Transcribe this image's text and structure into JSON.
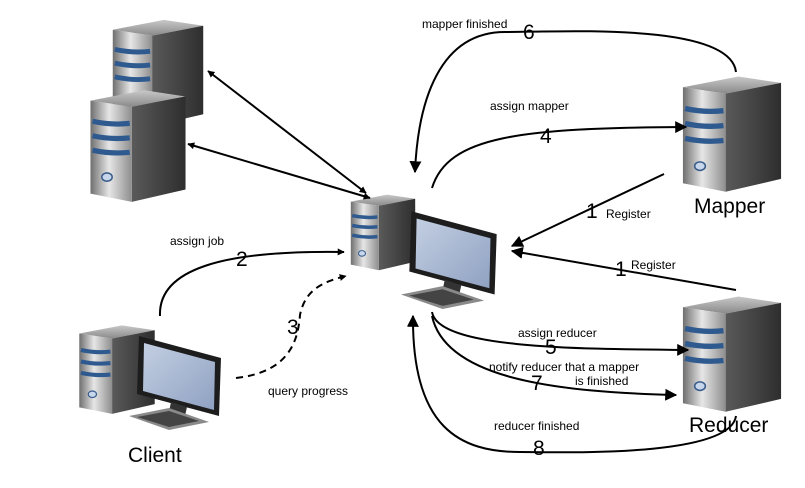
{
  "nodes": {
    "client": "Client",
    "mapper": "Mapper",
    "reducer": "Reducer"
  },
  "edges": {
    "assign_job": {
      "step": "2",
      "label": "assign job"
    },
    "query_progress": {
      "step": "3",
      "label": "query progress"
    },
    "mapper_finished": {
      "step": "6",
      "label": "mapper finished"
    },
    "assign_mapper": {
      "step": "4",
      "label": "assign mapper"
    },
    "mapper_register": {
      "step": "1",
      "label": "Register"
    },
    "reducer_register": {
      "step": "1",
      "label": "Register"
    },
    "assign_reducer": {
      "step": "5",
      "label": "assign reducer"
    },
    "notify_reducer": {
      "step": "7",
      "label_line1": "notify reducer that a mapper",
      "label_line2": "is finished"
    },
    "reducer_finished": {
      "step": "8",
      "label": "reducer finished"
    }
  },
  "colors": {
    "server_dark": "#4a4a4a",
    "server_mid": "#9a9a9a",
    "server_light": "#e3e3e3",
    "server_stripe": "#2f5a8f",
    "screen": "#a9b8d3",
    "screen_frame": "#222222"
  },
  "icons": [
    "server-icon",
    "workstation-icon"
  ]
}
